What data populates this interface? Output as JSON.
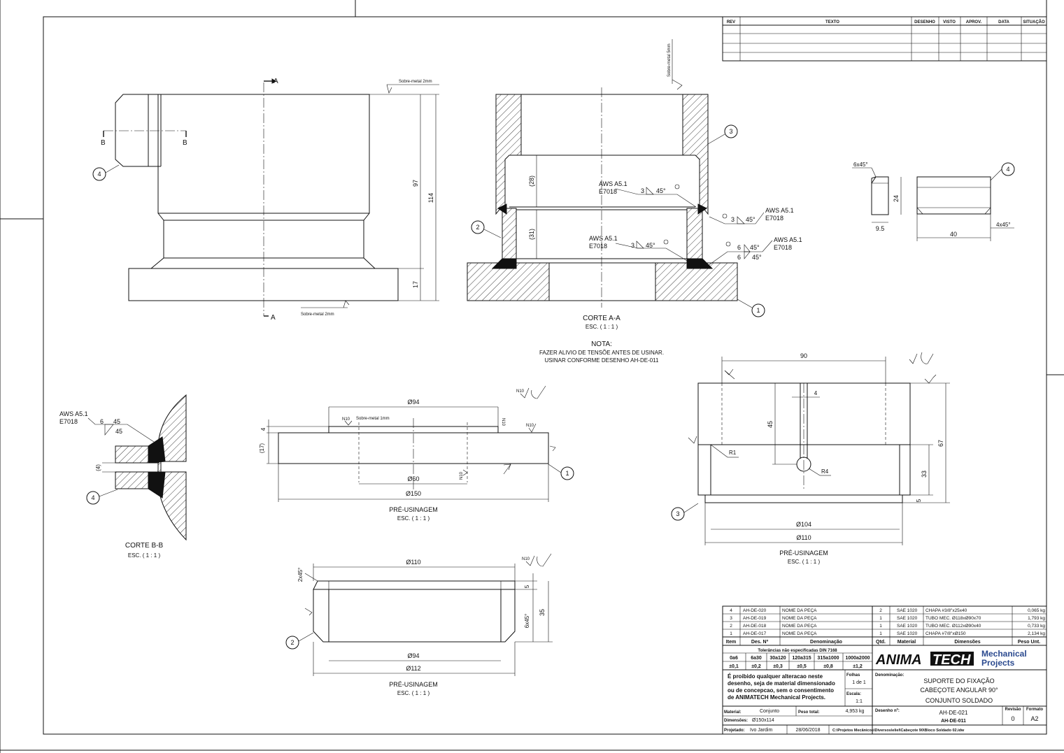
{
  "revision_table": {
    "headers": [
      "REV",
      "TEXTO",
      "DESENHO",
      "VISTO",
      "APROV.",
      "DATA",
      "SITUAÇÃO"
    ]
  },
  "view_main": {
    "section_a": "A",
    "section_b": "B",
    "dim_97": "97",
    "dim_114": "114",
    "dim_17": "17",
    "sobre_metal_top": "Sobre-metal 2mm",
    "sobre_metal_bottom": "Sobre-metal 2mm",
    "balloon_4": "4"
  },
  "view_corte_aa": {
    "title": "CORTE A-A",
    "scale": "ESC. ( 1 : 1 )",
    "sobre_metal": "Sobre-metal 5mm",
    "dim_28": "(28)",
    "dim_31": "(31)",
    "weld_aws": "AWS A5.1",
    "weld_e7018": "E7018",
    "weld_3": "3",
    "weld_6": "6",
    "weld_45": "45°",
    "balloon_1": "1",
    "balloon_2": "2",
    "balloon_3": "3"
  },
  "note": {
    "title": "NOTA:",
    "line1": "FAZER ALIVIO DE TENSÕE ANTES DE USINAR.",
    "line2": "USINAR CONFORME DESENHO AH-DE-011"
  },
  "view_part4": {
    "chamfer": "6x45°",
    "dim_24": "24",
    "dim_9_5": "9.5",
    "dim_40": "40",
    "chamfer2": "4x45°",
    "balloon_4": "4"
  },
  "view_corte_bb": {
    "title": "CORTE B-B",
    "scale": "ESC. ( 1 : 1 )",
    "weld_aws": "AWS A5.1",
    "weld_e7018": "E7018",
    "weld_6": "6",
    "weld_45a": "45",
    "weld_45b": "45",
    "dim_4": "(4)",
    "balloon_4": "4"
  },
  "view_pre1": {
    "title": "PRÉ-USINAGEM",
    "scale": "ESC. ( 1 : 1 )",
    "dim_94": "Ø94",
    "dim_60": "Ø60",
    "dim_150": "Ø150",
    "dim_4": "4",
    "dim_17": "(17)",
    "n10": "N10",
    "sobre_metal": "Sobre-metal 1mm",
    "balloon_1": "1"
  },
  "view_pre3": {
    "title": "PRÉ-USINAGEM",
    "scale": "ESC. ( 1 : 1 )",
    "dim_90": "90",
    "dim_4": "4",
    "dim_45": "45",
    "dim_67": "67",
    "dim_33": "33",
    "dim_5": "5",
    "r1": "R1",
    "r4": "R4",
    "dim_104": "Ø104",
    "dim_110": "Ø110",
    "balloon_3": "3"
  },
  "view_pre2": {
    "title": "PRÉ-USINAGEM",
    "scale": "ESC. ( 1 : 1 )",
    "dim_110": "Ø110",
    "dim_94": "Ø94",
    "dim_112": "Ø112",
    "chamfer_top": "2x45°",
    "chamfer_side": "6x45°",
    "dim_5": "5",
    "dim_35": "35",
    "n10": "N10",
    "balloon_2": "2"
  },
  "bom": {
    "rows": [
      [
        "4",
        "AH-DE-020",
        "NOME DA PEÇA",
        "2",
        "SAE 1020",
        "CHAPA #3/8\"x25x40",
        "0,065 kg"
      ],
      [
        "3",
        "AH-DE-019",
        "NOME DA PEÇA",
        "1",
        "SAE 1020",
        "TUBO MEC. Ø118xØ90x70",
        "1,793 kg"
      ],
      [
        "2",
        "AH-DE-018",
        "NOME DA PEÇA",
        "1",
        "SAE 1020",
        "TUBO MEC. Ø112xØ90x40",
        "0,733 kg"
      ],
      [
        "1",
        "AH-DE-017",
        "NOME DA PEÇA",
        "1",
        "SAE 1020",
        "CHAPA #7/8\"xØ150",
        "2,134 kg"
      ]
    ],
    "headers": [
      "Item",
      "Des. Nº",
      "Denominação",
      "Qtd.",
      "Material",
      "Dimensões",
      "Peso Unt."
    ]
  },
  "tolerances": {
    "title": "Tolerâncias não especificadas   DIN 7168",
    "ranges": [
      "0a6",
      "6a30",
      "30a120",
      "120a315",
      "315a1000",
      "1000a2000"
    ],
    "values": [
      "±0,1",
      "±0,2",
      "±0,3",
      "±0,5",
      "±0,8",
      "±1,2"
    ]
  },
  "title_block": {
    "brand_a": "ANIMA",
    "brand_b": "TECH",
    "brand_c1": "Mechanical",
    "brand_c2": "Projects",
    "notice1": "É proibido qualquer alteracao neste",
    "notice2": "desenho, seja de material dimensionado",
    "notice3": "ou de concepcao, sem o consentimento",
    "notice4": "de ANIMATECH Mechanical Projects.",
    "folhas_label": "Folhas",
    "folhas_value": "1 de 1",
    "escala_label": "Escala:",
    "escala_value": "1:1",
    "denominacao_label": "Denominação:",
    "den_line1": "SUPORTE DO FIXAÇÃO",
    "den_line2": "CABEÇOTE ANGULAR 90°",
    "den_line3": "CONJUNTO SOLDADO",
    "material_label": "Material:",
    "material_value": "Conjunto",
    "peso_label": "Peso total:",
    "peso_value": "4,953 kg",
    "desenho_label": "Desenho nº:",
    "desenho_value": "AH-DE-021",
    "desenho_value2": "AH-DE-011",
    "revisao_label": "Revisão",
    "revisao_value": "0",
    "formato_label": "Formato",
    "formato_value": "A2",
    "dimensoes_label": "Dimensões:",
    "dimensoes_value": "Ø150x114",
    "projetado_label": "Projetado:",
    "projetado_value": "Ivo Jardim",
    "data_value": "28/06/2018",
    "path_value": "C:\\Projetos Mecânicos\\Diversos\\eliel\\Cabeçote 90\\Bloco Soldado 02.idw"
  }
}
